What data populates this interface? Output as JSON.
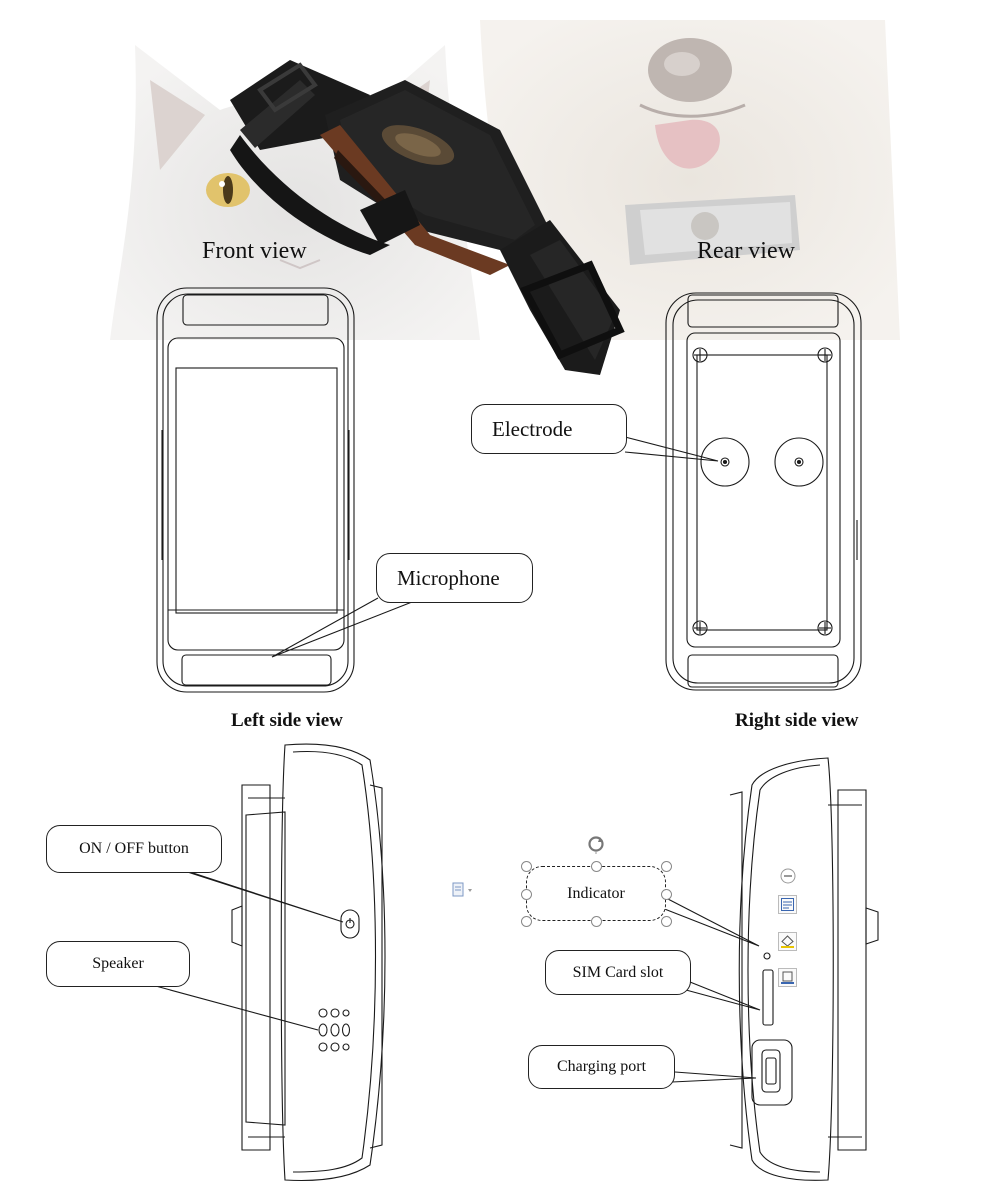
{
  "views": {
    "front": "Front view",
    "rear": "Rear view",
    "left_side": "Left side view",
    "right_side": "Right side view"
  },
  "callouts": {
    "electrode": "Electrode",
    "microphone": "Microphone",
    "on_off_button": "ON / OFF button",
    "speaker": "Speaker",
    "indicator": "Indicator",
    "sim_card_slot": "SIM Card slot",
    "charging_port": "Charging port"
  },
  "photo": {
    "background": "cat-and-dog-photo",
    "product": "collar-device-photo"
  },
  "editor_overlay": {
    "rotate": "rotate-handle-icon",
    "document": "document-icon",
    "minus": "minus-icon",
    "layout": "layout-options-icon",
    "fill": "fill-icon",
    "outline": "outline-icon"
  },
  "colors": {
    "line": "#1a1a1a",
    "strap": "#1b1b1b",
    "bronze": "#6b3a22",
    "photo_wash": "#e8e6e3"
  }
}
